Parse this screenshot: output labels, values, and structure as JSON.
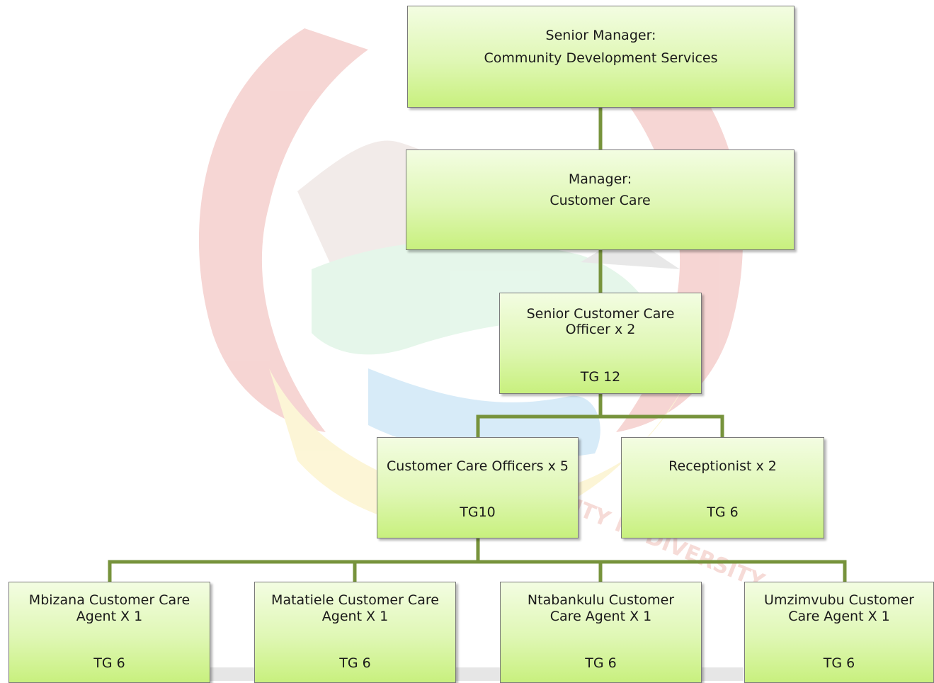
{
  "watermark": {
    "motto": "PLACE OF UNITY IN DIVERSITY",
    "colors": {
      "red": "#d8443a",
      "yellow": "#f5d548",
      "green": "#8ed9a3",
      "blue": "#4fa9e0"
    }
  },
  "connector_color": "#77933c",
  "nodes": [
    {
      "id": "senior-manager",
      "line1": "Senior Manager:",
      "line2": "Community Development Services",
      "grade": ""
    },
    {
      "id": "manager",
      "line1": "Manager:",
      "line2": "Customer Care",
      "grade": ""
    },
    {
      "id": "senior-officer",
      "line1": "Senior Customer Care",
      "line2": "Officer x 2",
      "grade": "TG 12"
    },
    {
      "id": "officers",
      "line1": "Customer Care Officers x 5",
      "line2": "",
      "grade": "TG10"
    },
    {
      "id": "receptionist",
      "line1": "Receptionist x 2",
      "line2": "",
      "grade": "TG 6"
    },
    {
      "id": "mbizana",
      "line1": "Mbizana Customer Care",
      "line2": "Agent X 1",
      "grade": "TG 6"
    },
    {
      "id": "matatiele",
      "line1": "Matatiele Customer Care",
      "line2": "Agent X 1",
      "grade": "TG 6"
    },
    {
      "id": "ntabankulu",
      "line1": "Ntabankulu Customer",
      "line2": "Care Agent X 1",
      "grade": "TG 6"
    },
    {
      "id": "umzimvubu",
      "line1": "Umzimvubu Customer",
      "line2": "Care Agent  X 1",
      "grade": "TG 6"
    }
  ]
}
